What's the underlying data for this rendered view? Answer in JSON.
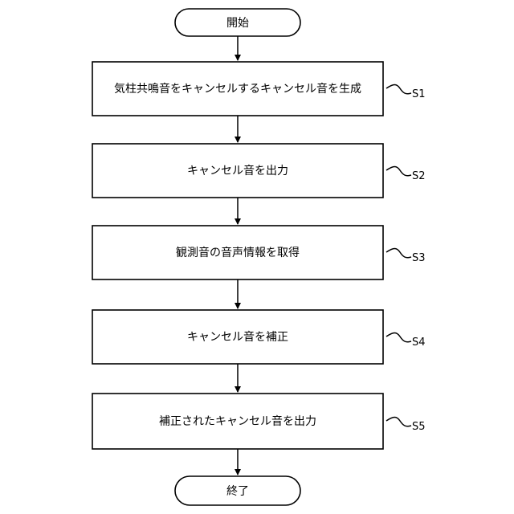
{
  "flowchart": {
    "start": {
      "label": "開始"
    },
    "steps": [
      {
        "label": "気柱共鳴音をキャンセルするキャンセル音を生成",
        "ref": "S1"
      },
      {
        "label": "キャンセル音を出力",
        "ref": "S2"
      },
      {
        "label": "観測音の音声情報を取得",
        "ref": "S3"
      },
      {
        "label": "キャンセル音を補正",
        "ref": "S4"
      },
      {
        "label": "補正されたキャンセル音を出力",
        "ref": "S5"
      }
    ],
    "end": {
      "label": "終了"
    }
  }
}
